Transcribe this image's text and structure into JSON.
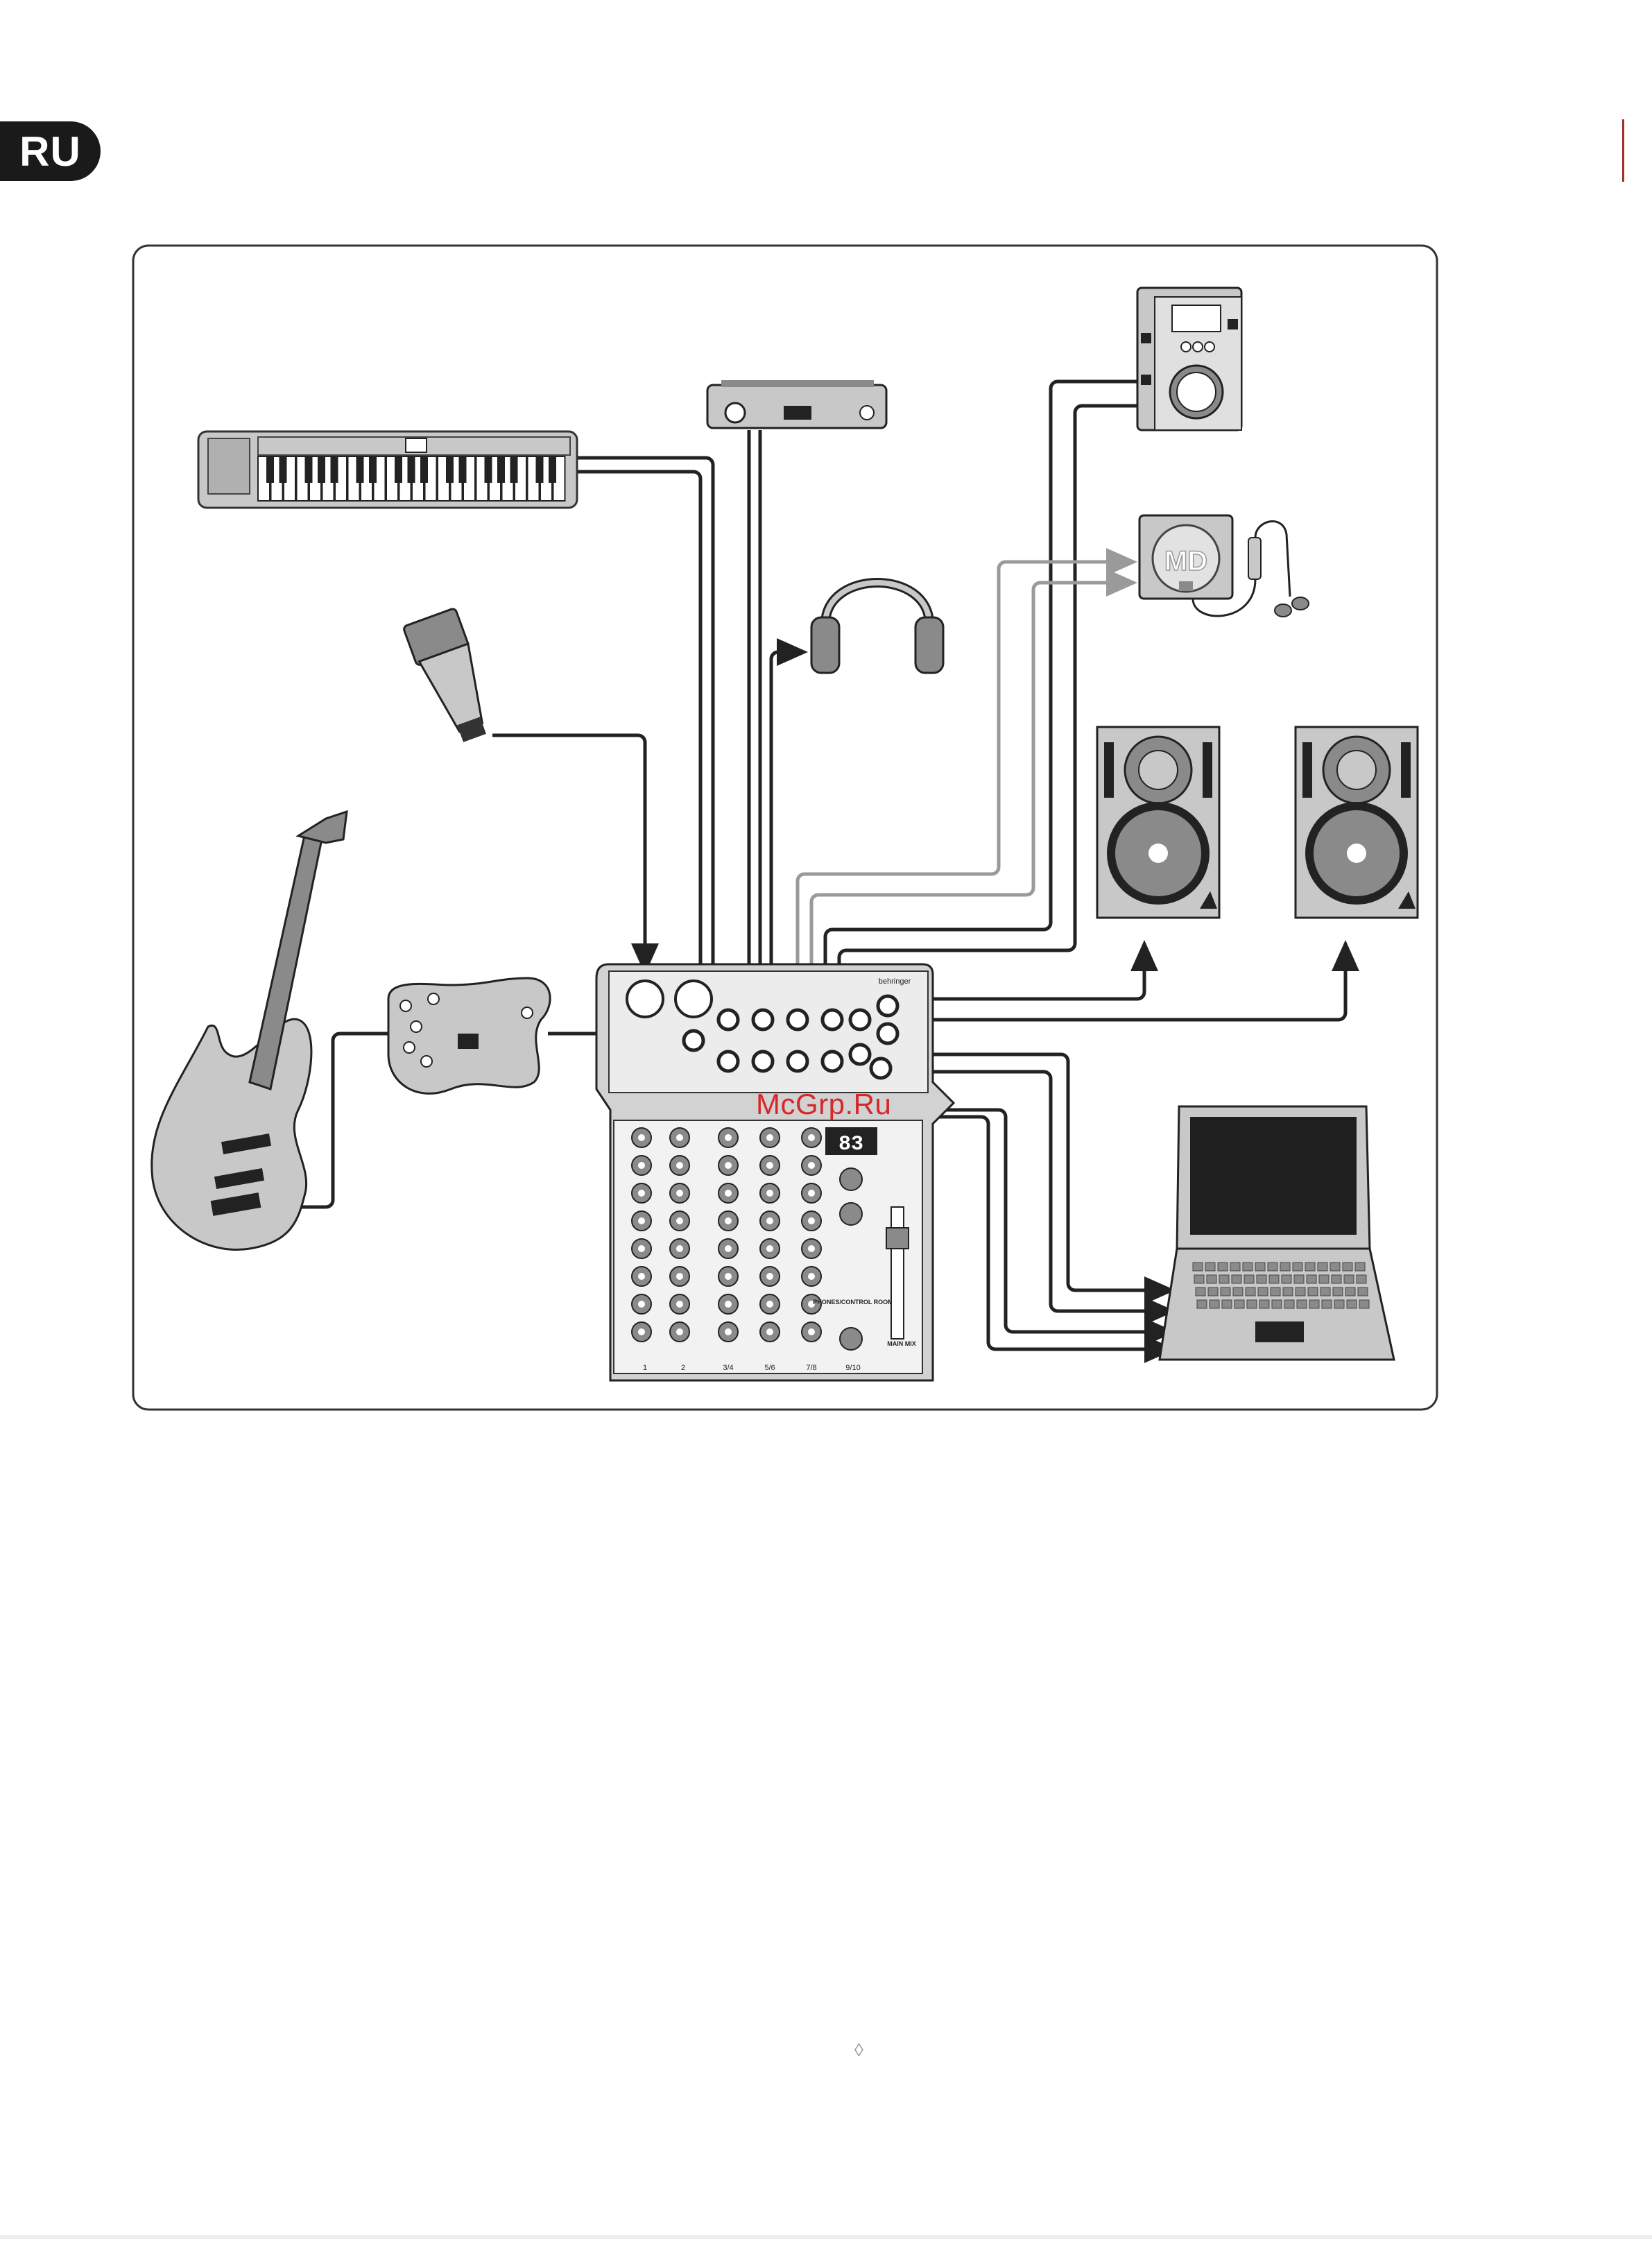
{
  "language_badge": "RU",
  "watermark": "McGrp.Ru",
  "colors": {
    "badge_bg": "#1a1a1a",
    "frame_stroke": "#333333",
    "device_fill": "#c8c8c8",
    "device_dark": "#8a8a8a",
    "cable_dark": "#222222",
    "cable_light": "#9a9a9a",
    "watermark": "#d62828"
  },
  "mixer": {
    "brand": "behringer",
    "channel_labels": [
      "1",
      "2",
      "3/4",
      "5/6",
      "7/8",
      "9/10"
    ],
    "display_value": "83",
    "section_labels": [
      "PHONES/CONTROL ROOM",
      "MAIN MIX"
    ]
  },
  "devices": [
    "keyboard-icon",
    "microphone-icon",
    "guitar-icon",
    "pedal-icon",
    "power-supply-icon",
    "headphones-icon",
    "cd-player-icon",
    "minidisc-player-icon",
    "monitor-speaker-icon",
    "laptop-icon",
    "mixer-icon"
  ],
  "minidisc_label": "MD"
}
